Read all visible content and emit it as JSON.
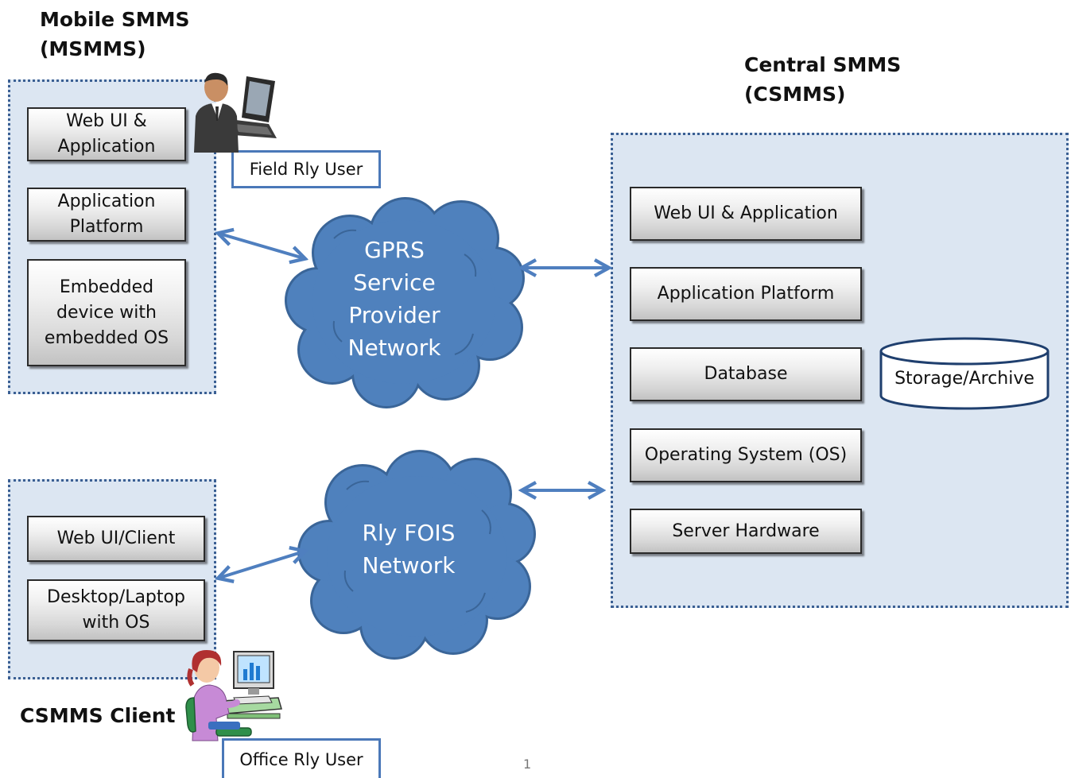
{
  "headings": {
    "mobile": [
      "Mobile SMMS",
      "(MSMMS)"
    ],
    "central": [
      "Central SMMS",
      "(CSMMS)"
    ],
    "client": "CSMMS Client"
  },
  "msmms_layers": [
    "Web UI & Application",
    "Application Platform",
    "Embedded device with embedded OS"
  ],
  "csmms_layers": [
    "Web UI & Application",
    "Application Platform",
    "Database",
    "Operating System (OS)",
    "Server Hardware"
  ],
  "client_layers": [
    "Web UI/Client",
    "Desktop/Laptop with OS"
  ],
  "storage_label": "Storage/Archive",
  "networks": {
    "gprs": [
      "GPRS",
      "Service",
      "Provider",
      "Network"
    ],
    "fois": [
      "Rly FOIS",
      "Network"
    ]
  },
  "users": {
    "field": "Field Rly User",
    "office": "Office Rly User"
  },
  "page_number": "1",
  "colors": {
    "group_fill": "#dce6f2",
    "group_border": "#3a5f93",
    "cloud": "#4f81bd",
    "cloud_edge": "#3a6598",
    "arrow": "#4f7fbf"
  },
  "icons": [
    "field-user-laptop-icon",
    "office-user-desktop-icon"
  ]
}
